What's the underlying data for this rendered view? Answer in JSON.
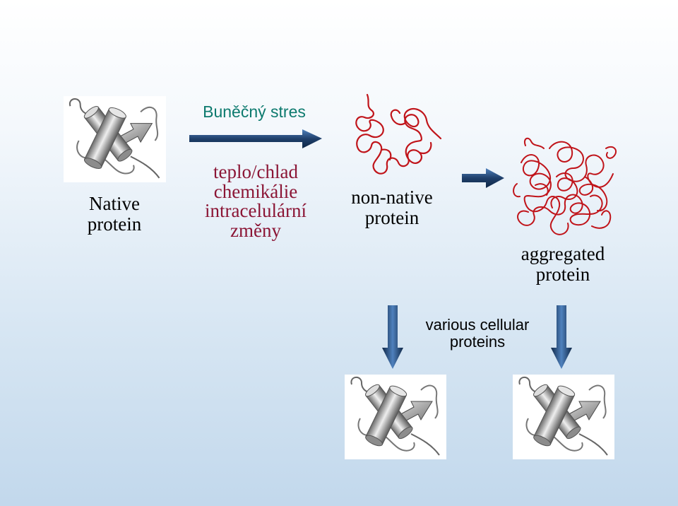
{
  "native": {
    "line1": "Native",
    "line2": "protein"
  },
  "stress": {
    "title": "Buněčný stres",
    "causes": [
      "teplo/chlad",
      "chemikálie",
      "intracelulární",
      "změny"
    ]
  },
  "non_native": {
    "line1": "non-native",
    "line2": "protein"
  },
  "aggregated": {
    "line1": "aggregated",
    "line2": "protein"
  },
  "cellular": {
    "line1": "various cellular",
    "line2": "proteins"
  },
  "colors": {
    "stress_title": "#0d7a6e",
    "causes": "#8b1535",
    "arrow_dark": "#17375e",
    "arrow_light": "#4f81bd",
    "chain": "#c0141a",
    "text": "#000000"
  }
}
